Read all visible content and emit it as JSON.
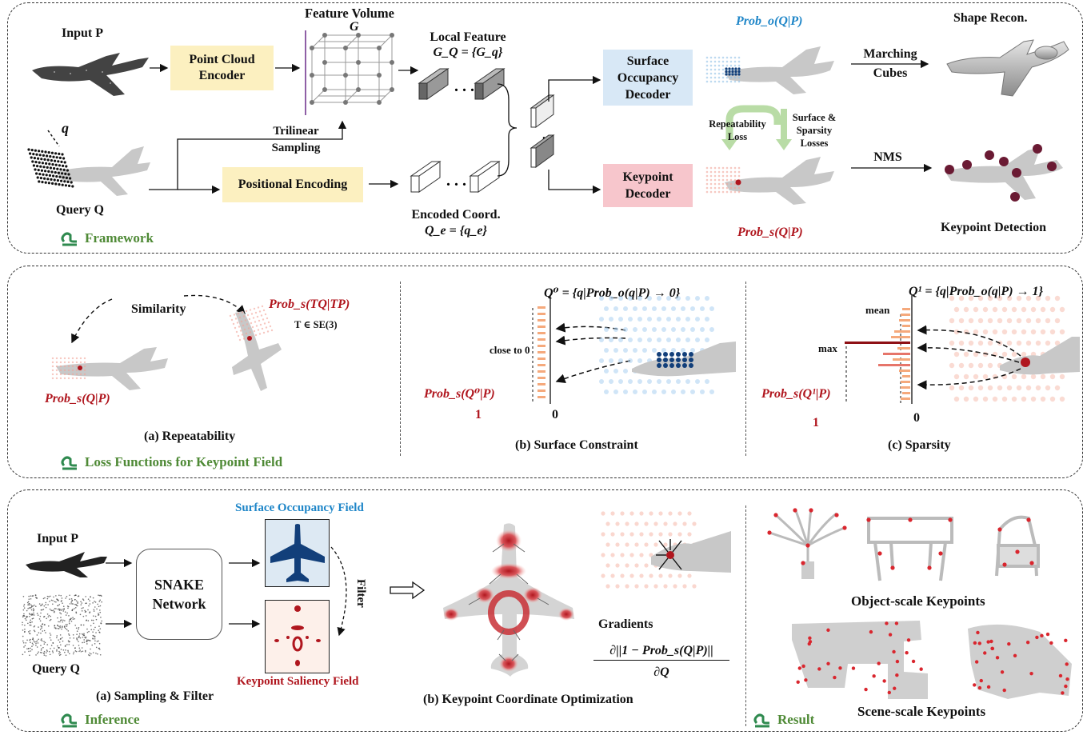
{
  "framework": {
    "input_p": "Input P",
    "query_q": "Query Q",
    "q_label": "q",
    "point_cloud_encoder": "Point Cloud\nEncoder",
    "feature_volume": "Feature Volume",
    "g_label": "G",
    "local_feature": "Local Feature",
    "local_feature_eq": "G_Q = {G_q}",
    "trilinear_sampling": "Trilinear\nSampling",
    "positional_encoding": "Positional Encoding",
    "encoded_coord": "Encoded Coord.",
    "encoded_coord_eq": "Q_e = {q_e}",
    "surface_occupancy_decoder": "Surface\nOccupancy\nDecoder",
    "keypoint_decoder": "Keypoint\nDecoder",
    "prob_o": "Prob_o(Q|P)",
    "prob_s": "Prob_s(Q|P)",
    "repeatability_loss": "Repeatability\nLoss",
    "surface_sparsity_losses": "Surface &\nSparsity\nLosses",
    "marching_cubes": "Marching\nCubes",
    "nms": "NMS",
    "shape_recon": "Shape  Recon.",
    "keypoint_detection": "Keypoint Detection",
    "tag": "Framework"
  },
  "loss": {
    "similarity": "Similarity",
    "prob_s_tq": "Prob_s(TQ|TP)",
    "t_se3": "T ∈ SE(3)",
    "prob_s_qp": "Prob_s(Q|P)",
    "repeatability": "(a) Repeatability",
    "q0_eq": "Q⁰ = {q|Prob_o(q|P) → 0}",
    "close_to_0": "close to 0",
    "prob_s_q0": "Prob_s(Q⁰|P)",
    "one_b": "1",
    "zero_b": "0",
    "surface_constraint": "(b) Surface Constraint",
    "q1_eq": "Q¹ = {q|Prob_o(q|P) → 1}",
    "mean": "mean",
    "max": "max",
    "prob_s_q1": "Prob_s(Q¹|P)",
    "one_c": "1",
    "zero_c": "0",
    "sparsity": "(c) Sparsity",
    "tag": "Loss Functions for Keypoint Field"
  },
  "inference": {
    "input_p": "Input P",
    "query_q": "Query Q",
    "snake_network": "SNAKE\nNetwork",
    "surface_occupancy_field": "Surface Occupancy Field",
    "keypoint_saliency_field": "Keypoint Saliency Field",
    "filter": "Filter",
    "sampling_filter": "(a) Sampling & Filter",
    "gradients": "Gradients",
    "grad_num": "∂||1 − Prob_s(Q|P)||",
    "grad_den": "∂Q",
    "coord_opt": "(b) Keypoint Coordinate Optimization",
    "tag": "Inference"
  },
  "result": {
    "object_scale": "Object-scale  Keypoints",
    "scene_scale": "Scene-scale  Keypoints",
    "tag": "Result"
  },
  "colors": {
    "yellow_box": "#fcf0c0",
    "blue_box": "#d8e8f6",
    "pink_box": "#f7c6cc",
    "keypoint_red": "#b0161e",
    "occupancy_blue": "#1f86c8",
    "tag_green": "#4f8a36"
  }
}
